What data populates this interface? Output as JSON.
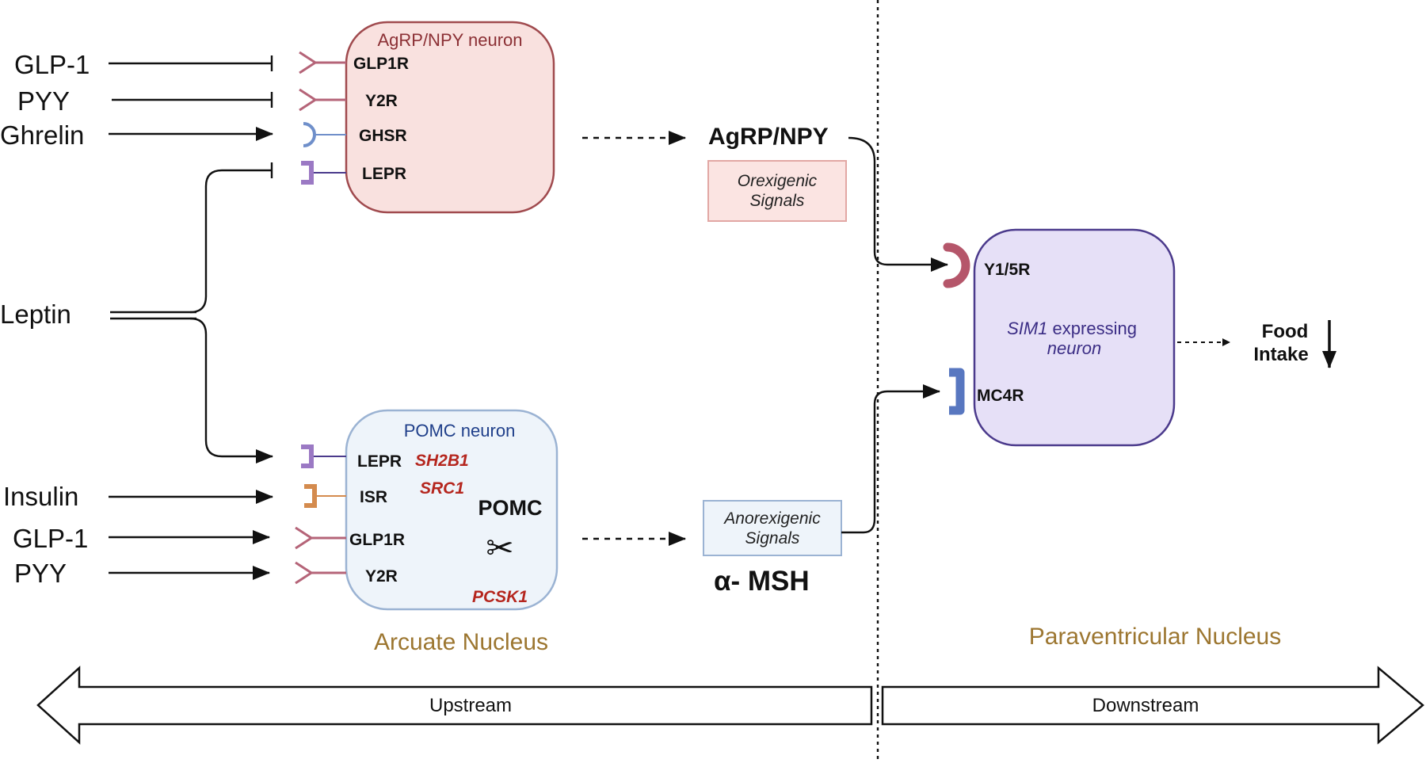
{
  "agrp_neuron": {
    "title": "AgRP/NPY neuron",
    "receptors": [
      "GLP1R",
      "Y2R",
      "GHSR",
      "LEPR"
    ]
  },
  "pomc_neuron": {
    "title": "POMC neuron",
    "receptors": [
      "LEPR",
      "ISR",
      "GLP1R",
      "Y2R"
    ],
    "genes": [
      "SH2B1",
      "SRC1",
      "PCSK1"
    ],
    "product": "POMC"
  },
  "inputs_top": [
    "GLP-1",
    "PYY",
    "Ghrelin"
  ],
  "leptin": "Leptin",
  "inputs_bottom": [
    "Insulin",
    "GLP-1",
    "PYY"
  ],
  "agrp_output": {
    "label": "AgRP/NPY",
    "signal_line1": "Orexigenic",
    "signal_line2": "Signals"
  },
  "pomc_output": {
    "label": "α- MSH",
    "signal_line1": "Anorexigenic",
    "signal_line2": "Signals"
  },
  "sim1_neuron": {
    "gene": "SIM1",
    "line1_rest": " expressing",
    "line2": "neuron",
    "receptors": [
      "Y1/5R",
      "MC4R"
    ]
  },
  "food": {
    "line1": "Food",
    "line2": "Intake"
  },
  "regions": {
    "left": "Arcuate Nucleus",
    "right": "Paraventricular Nucleus"
  },
  "streams": {
    "left": "Upstream",
    "right": "Downstream"
  },
  "colors": {
    "agrp_fill": "#f9e1df",
    "agrp_stroke": "#a04a4e",
    "pomc_fill": "#eef4fa",
    "pomc_stroke": "#9bb3d3",
    "sim1_fill": "#e6e0f7",
    "sim1_stroke": "#4b3a8c",
    "y_receptor": "#b56478",
    "ghsr_receptor": "#6f8fca",
    "lepr_receptor": "#9b79c4",
    "isr_receptor": "#d48b4e",
    "y15r_receptor": "#b5566a",
    "mc4r_receptor": "#5877c0",
    "gene_text": "#b5261e",
    "region_text": "#9c7630"
  }
}
